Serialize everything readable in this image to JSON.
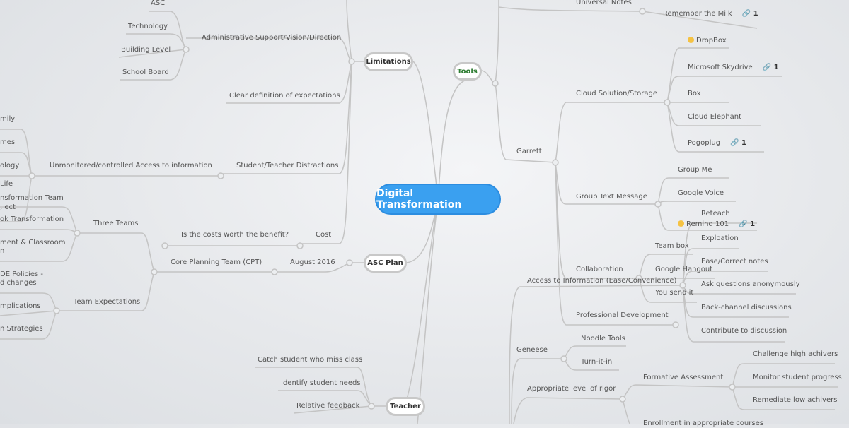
{
  "center": {
    "label": "Digital Transformation"
  },
  "main_nodes": {
    "limitations": "Limitations",
    "tools": "Tools",
    "asc_plan": "ASC Plan",
    "teacher": "Teacher"
  },
  "left": {
    "limitations": {
      "admin": "Administrative Support/Vision/Direction",
      "admin_children": [
        "ASC",
        "Technology",
        "Building Level",
        "School Board"
      ],
      "clear_definition": "Clear definition of expectations",
      "distractions": "Student/Teacher Distractions",
      "unmonitored": "Unmonitored/controlled Access to information",
      "unmonitored_children": [
        "mily",
        "mes",
        "ology",
        "Life",
        ", ect"
      ],
      "cost": "Cost",
      "cost_child": "Is the costs worth the benefit?"
    },
    "asc_plan": {
      "august": "August 2016",
      "cpt": "Core Planning Team (CPT)",
      "three_teams": "Three Teams",
      "three_teams_children": [
        "nsformation Team",
        "ok Transformation",
        "ment & Classroom",
        "n"
      ],
      "team_expectations": "Team Expectations",
      "team_expectations_children": [
        "DE Policies -",
        "d changes",
        "mplications",
        "n Strategies"
      ]
    },
    "teacher": {
      "children": [
        "Catch student who miss class",
        "Identify student needs",
        "Relative feedback"
      ]
    }
  },
  "right": {
    "universal_notes": "Universal Notes",
    "remember_milk": {
      "label": "Remember the Milk",
      "links": "1"
    },
    "garrett": "Garrett",
    "cloud": "Cloud Solution/Storage",
    "cloud_children": [
      {
        "label": "DropBox",
        "icon": "emoji-icon"
      },
      {
        "label": "Microsoft Skydrive",
        "links": "1"
      },
      {
        "label": "Box"
      },
      {
        "label": "Cloud Elephant"
      },
      {
        "label": "Pogoplug",
        "links": "1"
      }
    ],
    "group_text": "Group Text Message",
    "group_text_children": [
      {
        "label": "Group Me"
      },
      {
        "label": "Google Voice"
      },
      {
        "label": "Remind 101",
        "icon": "emoji-icon",
        "links": "1"
      }
    ],
    "collaboration": "Collaboration",
    "collaboration_children": [
      "Team box",
      "Google Hangout",
      "You send it"
    ],
    "professional_development": "Professional Development",
    "access_info": "Access to Information (Ease/Convenience)",
    "access_children": [
      "Reteach",
      "Exploation",
      "Ease/Correct notes",
      "Ask questions anonymously",
      "Back-channel discussions",
      "Contribute to discussion"
    ],
    "geneese": "Geneese",
    "geneese_children": [
      "Noodle Tools",
      "Turn-it-in"
    ],
    "rigor": "Appropriate level of rigor",
    "formative": "Formative Assessment",
    "formative_children": [
      "Challenge high achivers",
      "Monitor student progress",
      "Remediate low achivers"
    ],
    "enrollment": "Enrollment in appropriate courses"
  },
  "colors": {
    "center": "#3aa0f0",
    "line": "#c4c4c4",
    "tools_text": "#2e7d32"
  }
}
